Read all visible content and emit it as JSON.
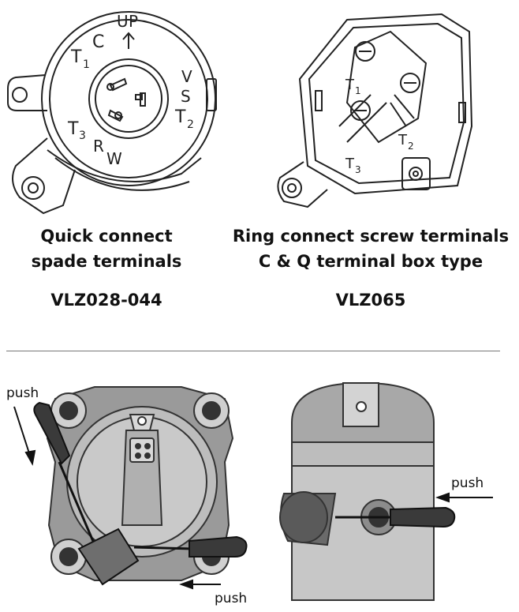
{
  "top_left": {
    "caption_line1": "Quick connect",
    "caption_line2": "spade terminals",
    "model": "VLZ028-044",
    "labels": {
      "U": "U",
      "P": "P",
      "C": "C",
      "T": "T",
      "sub1": "1",
      "V": "V",
      "S": "S",
      "sub2": "2",
      "sub3": "3",
      "R": "R",
      "W": "W"
    }
  },
  "top_right": {
    "caption_line1": "Ring connect screw terminals",
    "caption_line2": "C & Q terminal box type",
    "model": "VLZ065",
    "labels": {
      "T": "T",
      "sub1": "1",
      "sub2": "2",
      "sub3": "3"
    }
  },
  "bottom": {
    "push_left_top": "push",
    "push_left_bottom": "push",
    "push_right": "push"
  }
}
